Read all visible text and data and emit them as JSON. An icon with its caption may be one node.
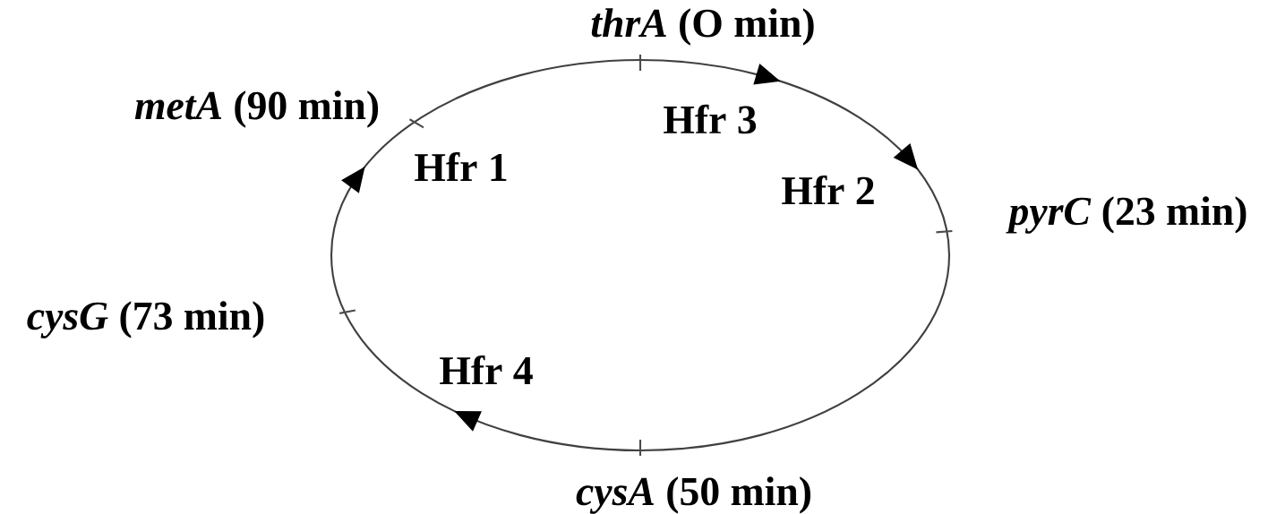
{
  "diagram": {
    "labels": [
      "*thrA* (O min)",
      "*metA* (90 min)",
      "Hfr 3",
      "Hfr 1",
      "Hfr 2",
      "*pyrC* (23 min)",
      "*cysG* (73 min)",
      "Hfr 4",
      "*cysA* (50 min)"
    ]
  }
}
